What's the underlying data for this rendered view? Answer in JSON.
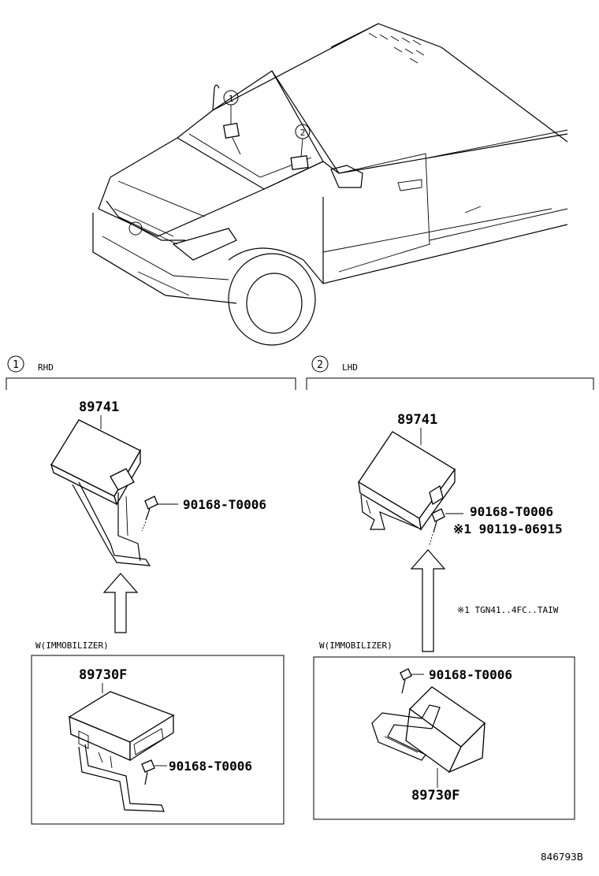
{
  "callouts": {
    "c1": "1",
    "c2": "2"
  },
  "sections": {
    "rhd": {
      "marker": "1",
      "label": "RHD",
      "main_part": "89741",
      "main_bolt": "90168-T0006",
      "option_label": "W(IMMOBILIZER)",
      "option_part": "89730F",
      "option_bolt": "90168-T0006"
    },
    "lhd": {
      "marker": "2",
      "label": "LHD",
      "main_part": "89741",
      "main_bolt": "90168-T0006",
      "alt_bolt": "※1 90119-06915",
      "note": "※1 TGN41..4FC..TAIW",
      "option_label": "W(IMMOBILIZER)",
      "option_part": "89730F",
      "option_bolt": "90168-T0006"
    }
  },
  "figure_id": "846793B"
}
